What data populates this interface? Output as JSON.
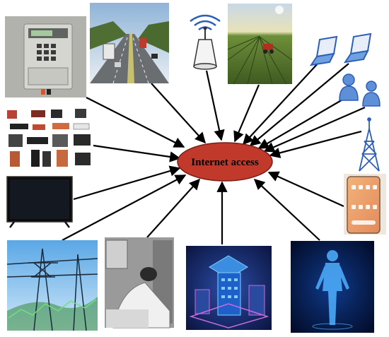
{
  "hub": {
    "label": "Internet access",
    "fill": "#c0392b",
    "stroke": "#7a1d15"
  },
  "nodes": [
    {
      "id": "smart-meter"
    },
    {
      "id": "highway-traffic"
    },
    {
      "id": "wifi-router"
    },
    {
      "id": "farm-field"
    },
    {
      "id": "laptop-1"
    },
    {
      "id": "laptop-2"
    },
    {
      "id": "user-1"
    },
    {
      "id": "user-2"
    },
    {
      "id": "cell-tower"
    },
    {
      "id": "smartphone"
    },
    {
      "id": "electronic-devices"
    },
    {
      "id": "television"
    },
    {
      "id": "power-grid"
    },
    {
      "id": "medical-patient"
    },
    {
      "id": "smart-city"
    },
    {
      "id": "human-body-scan"
    }
  ],
  "colors": {
    "arrow": "#000000",
    "device_blue": "#2d5fb8",
    "accent_blue": "#6fa0e0"
  }
}
